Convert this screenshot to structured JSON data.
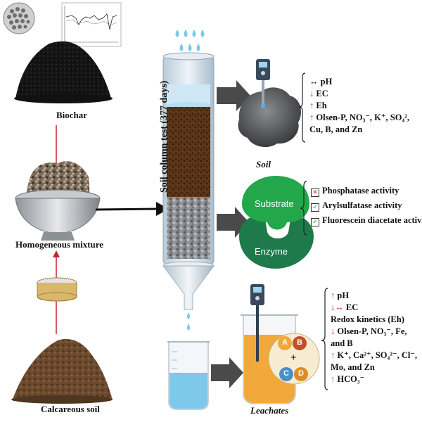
{
  "labels": {
    "biochar": "Biochar",
    "homogeneous_mixture": "Homogeneous mixture",
    "calcareous_soil": "Calcareous soil",
    "column_title": "Soil column test (377 days)",
    "soil": "Soil",
    "leachates": "Leachates",
    "substrate": "Substrate",
    "enzyme": "Enzyme",
    "ion_a": "A",
    "ion_b": "B",
    "ion_c": "C",
    "ion_d": "D",
    "plus": "+"
  },
  "soil_effects": [
    {
      "arrow": "↔",
      "arrow_type": "neutral",
      "text": "pH"
    },
    {
      "arrow": "↓",
      "arrow_type": "down",
      "text": "EC"
    },
    {
      "arrow": "↑",
      "arrow_type": "up",
      "text": "Eh"
    },
    {
      "arrow": "↑",
      "arrow_type": "up",
      "text": "Olsen-P, NO₃⁻, K⁺, SO₄²,"
    },
    {
      "arrow": "",
      "arrow_type": "none",
      "text": "Cu, B, and Zn"
    }
  ],
  "enzyme_activities": [
    {
      "status": "decrease",
      "mark": "✕",
      "text": "Phosphatase activity"
    },
    {
      "status": "increase",
      "mark": "✓",
      "text": "Arylsulfatase activity"
    },
    {
      "status": "increase",
      "mark": "✓",
      "text": "Fluorescein diacetate activity"
    }
  ],
  "leachate_effects": [
    {
      "arrow": "↑",
      "arrow_type": "up",
      "text": "pH"
    },
    {
      "arrow": "↓↔",
      "arrow_type": "down",
      "text": "EC"
    },
    {
      "arrow": "",
      "arrow_type": "none",
      "text": "Redox kinetics (Eh)"
    },
    {
      "arrow": "↓",
      "arrow_type": "down",
      "text": "Olsen-P, NO₃⁻, Fe,"
    },
    {
      "arrow": "",
      "arrow_type": "none",
      "text": "and B"
    },
    {
      "arrow": "↑",
      "arrow_type": "up",
      "text": "K⁺, Ca²⁺, SO₄²⁻, Cl⁻,"
    },
    {
      "arrow": "",
      "arrow_type": "none",
      "text": "Mo, and Zn"
    },
    {
      "arrow": "↑",
      "arrow_type": "up",
      "text": "HCO₃⁻"
    }
  ],
  "colors": {
    "enzyme_green": "#1e7a4a",
    "substrate_green": "#22a84a",
    "arrow_up": "#1a9e2a",
    "arrow_down": "#d02020",
    "connector_red": "#c0282d",
    "water_blue": "#7ec8ec",
    "leachate_orange": "#f2a93b"
  }
}
